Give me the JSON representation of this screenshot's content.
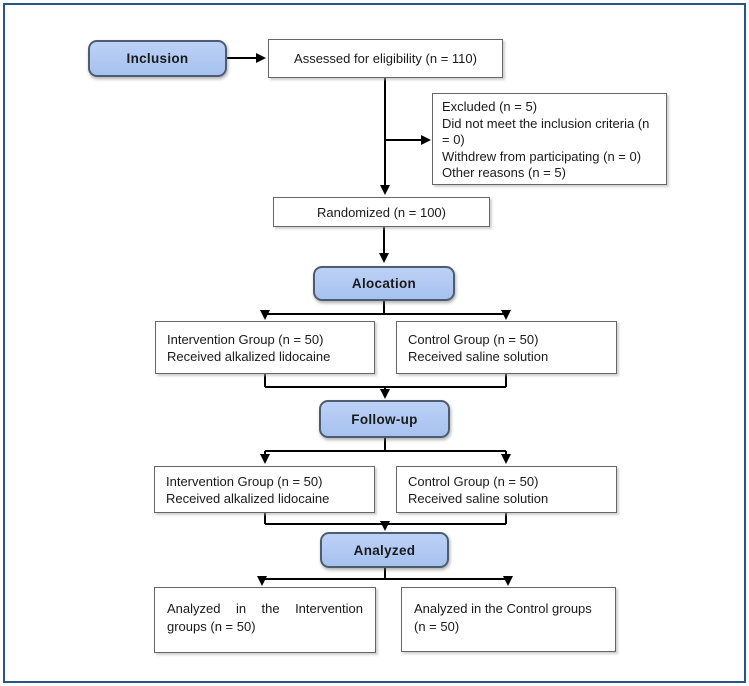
{
  "colors": {
    "stage_fill": "#aec6f2",
    "stage_border": "#4d5d6f",
    "box_border": "#666666",
    "arrow": "#000000",
    "frame_border": "#24568b",
    "background": "#ffffff"
  },
  "stages": {
    "inclusion": "Inclusion",
    "allocation": "Alocation",
    "followup": "Follow-up",
    "analyzed": "Analyzed"
  },
  "boxes": {
    "assessed": "Assessed for eligibility (n = 110)",
    "excluded_line1": "Excluded (n = 5)",
    "excluded_line2": "Did not meet the inclusion criteria (n = 0)",
    "excluded_line3": "Withdrew from participating (n = 0)",
    "excluded_line4": "Other reasons (n = 5)",
    "randomized": "Randomized (n = 100)",
    "alloc_intervention_line1": "Intervention Group (n = 50)",
    "alloc_intervention_line2": "Received alkalized lidocaine",
    "alloc_control_line1": "Control Group (n = 50)",
    "alloc_control_line2": "Received saline solution",
    "fu_intervention_line1": "Intervention Group (n = 50)",
    "fu_intervention_line2": "Received alkalized lidocaine",
    "fu_control_line1": "Control Group (n = 50)",
    "fu_control_line2": "Received saline solution",
    "analyzed_intervention": "Analyzed in the Intervention groups (n = 50)",
    "analyzed_control": "Analyzed in the Control groups (n = 50)"
  }
}
